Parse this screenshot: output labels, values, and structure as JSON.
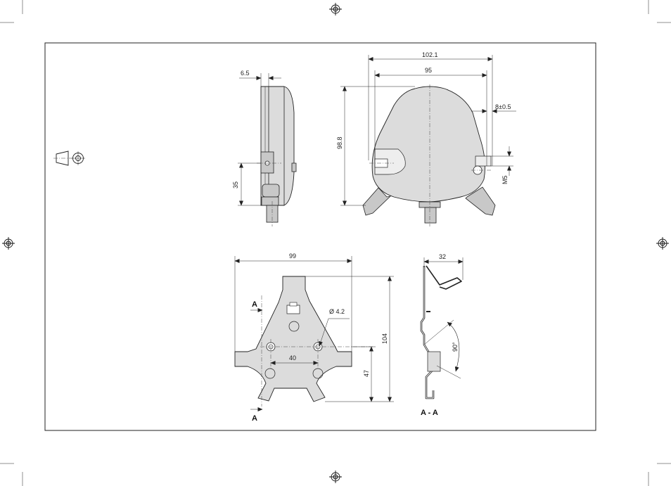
{
  "dimensions": {
    "side_offset": "6.5",
    "side_height": "35",
    "front_width_total": "102.1",
    "front_width": "95",
    "front_height": "98.8",
    "hole_edge": "8±0.5",
    "thread": "M5",
    "plate_width": "99",
    "hole_dia": "Ø 4.2",
    "hole_spacing": "40",
    "plate_height": "104",
    "plate_hole_height": "47",
    "bracket_width": "32",
    "bracket_angle": "90°"
  },
  "sections": {
    "cut_top": "A",
    "cut_bottom": "A",
    "section_label": "A - A"
  },
  "colors": {
    "fill": "#dcdcdc",
    "line": "#222222"
  },
  "icons": [
    "registration-mark-icon",
    "projection-symbol-icon"
  ]
}
